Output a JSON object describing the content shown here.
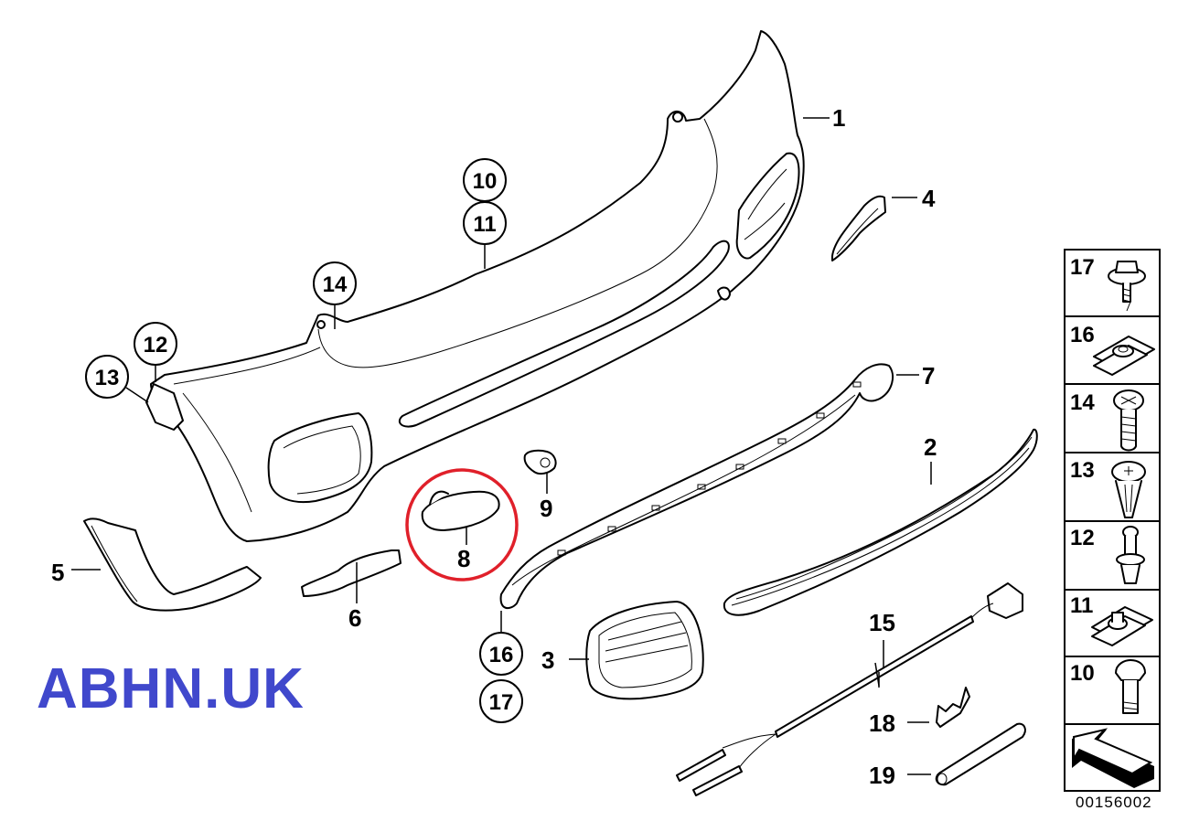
{
  "diagram": {
    "type": "exploded-parts-diagram",
    "subject": "Rear bumper trim panel assembly",
    "document_number": "00156002",
    "highlighted_part": "8",
    "highlight_color": "#e0202a",
    "callouts": [
      {
        "id": "1",
        "part": "rear bumper trim panel"
      },
      {
        "id": "2",
        "part": "lower grille / diffuser insert"
      },
      {
        "id": "3",
        "part": "reflector grille frame"
      },
      {
        "id": "4",
        "part": "side bracket"
      },
      {
        "id": "5",
        "part": "corner trim, left"
      },
      {
        "id": "6",
        "part": "trim strip"
      },
      {
        "id": "7",
        "part": "lower spoiler / apron"
      },
      {
        "id": "8",
        "part": "rear reflector"
      },
      {
        "id": "9",
        "part": "PDC sensor holder"
      },
      {
        "id": "10",
        "part": "hex bolt"
      },
      {
        "id": "11",
        "part": "clip nut"
      },
      {
        "id": "12",
        "part": "expanding rivet"
      },
      {
        "id": "13",
        "part": "plastic rivet"
      },
      {
        "id": "14",
        "part": "fillister head screw"
      },
      {
        "id": "15",
        "part": "wiring harness"
      },
      {
        "id": "16",
        "part": "clip nut"
      },
      {
        "id": "17",
        "part": "hex head screw with collar"
      },
      {
        "id": "18",
        "part": "connector terminal"
      },
      {
        "id": "19",
        "part": "heat-shrink sleeve"
      }
    ],
    "labels": {
      "l1": "1",
      "l2": "2",
      "l3": "3",
      "l4": "4",
      "l5": "5",
      "l6": "6",
      "l7": "7",
      "l8": "8",
      "l9": "9",
      "l10": "10",
      "l11": "11",
      "l12": "12",
      "l13": "13",
      "l14": "14",
      "l15": "15",
      "l16": "16",
      "l17": "17",
      "l18": "18",
      "l19": "19"
    },
    "legend": [
      {
        "id": "17",
        "icon": "hex-flange-screw"
      },
      {
        "id": "16",
        "icon": "clip-nut"
      },
      {
        "id": "14",
        "icon": "phillips-screw"
      },
      {
        "id": "13",
        "icon": "plastic-rivet"
      },
      {
        "id": "12",
        "icon": "expanding-rivet"
      },
      {
        "id": "11",
        "icon": "clip-nut"
      },
      {
        "id": "10",
        "icon": "hex-bolt"
      },
      {
        "id": "",
        "icon": "direction-arrow"
      }
    ]
  },
  "watermark": {
    "text": "ABHN.UK",
    "color": "#4048cc"
  }
}
